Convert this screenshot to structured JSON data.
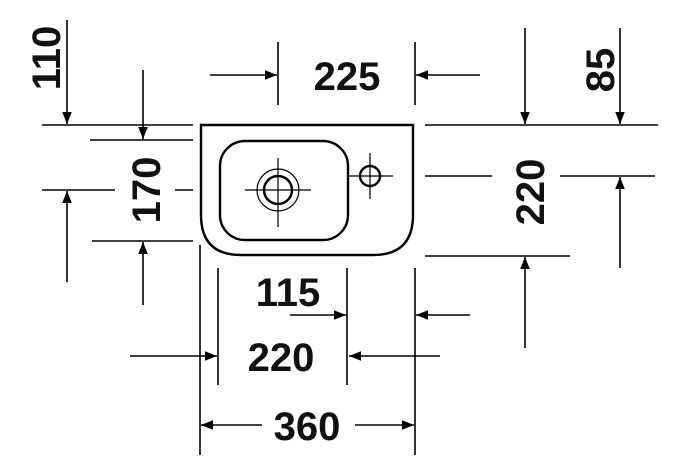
{
  "title": "Hand basin dimension drawing",
  "dimensions": {
    "top_offset": "110",
    "bowl_width": "225",
    "tap_offset": "85",
    "bowl_depth": "170",
    "overall_depth": "220",
    "tap_to_edge": "115",
    "inner_width": "220",
    "overall_width": "360"
  },
  "line_color": "#000000"
}
